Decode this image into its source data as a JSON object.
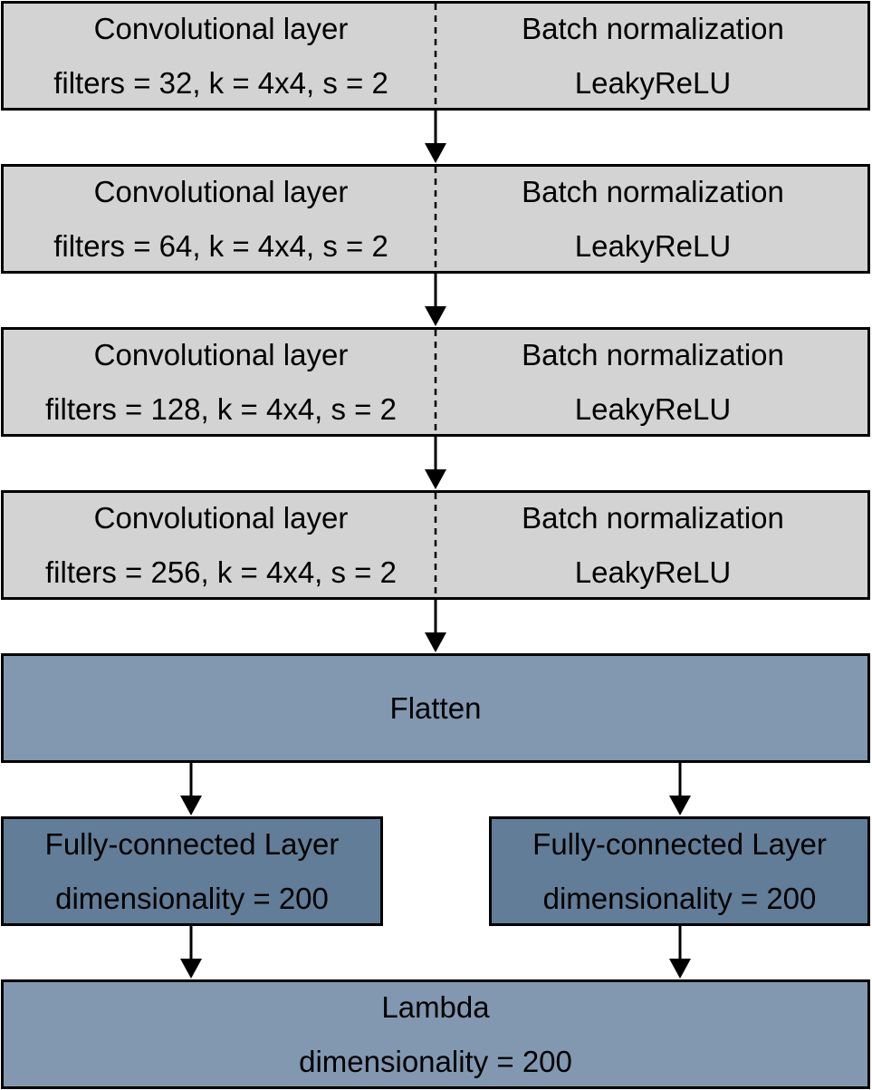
{
  "conv_blocks": [
    {
      "conv_title": "Convolutional layer",
      "conv_params": "filters = 32, k = 4x4, s = 2",
      "norm_title": "Batch normalization",
      "activation": "LeakyReLU"
    },
    {
      "conv_title": "Convolutional layer",
      "conv_params": "filters = 64, k = 4x4, s = 2",
      "norm_title": "Batch normalization",
      "activation": "LeakyReLU"
    },
    {
      "conv_title": "Convolutional layer",
      "conv_params": "filters = 128, k = 4x4, s = 2",
      "norm_title": "Batch normalization",
      "activation": "LeakyReLU"
    },
    {
      "conv_title": "Convolutional layer",
      "conv_params": "filters = 256, k = 4x4, s = 2",
      "norm_title": "Batch normalization",
      "activation": "LeakyReLU"
    }
  ],
  "flatten": {
    "label": "Flatten"
  },
  "fc_layers": [
    {
      "title": "Fully-connected Layer",
      "detail": "dimensionality = 200"
    },
    {
      "title": "Fully-connected Layer",
      "detail": "dimensionality = 200"
    }
  ],
  "lambda": {
    "title": "Lambda",
    "detail": "dimensionality = 200"
  },
  "colors": {
    "conv_fill": "#d3d3d3",
    "flatten_fill": "#8298b0",
    "fc_fill": "#627d97",
    "lambda_fill": "#8298b0",
    "stroke": "#000000"
  }
}
